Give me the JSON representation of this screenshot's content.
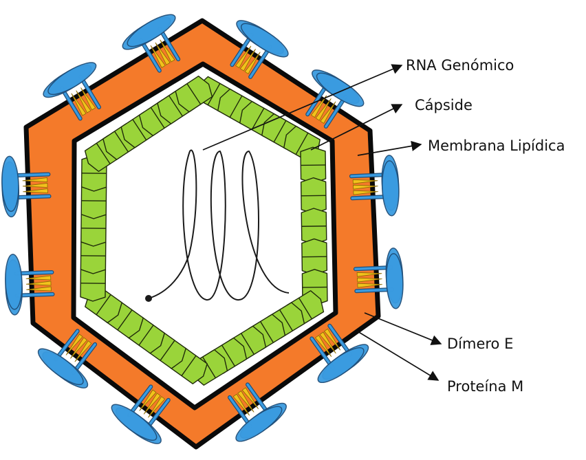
{
  "labels": {
    "rna": "RNA Genómico",
    "capside": "Cápside",
    "membrana": "Membrana Lipídica",
    "dimero": "Dímero E",
    "proteina": "Proteína M"
  },
  "colors": {
    "membrane": "#f47a2a",
    "outline": "#0a0a0a",
    "capsomer": "#9ad43a",
    "glycoprotein": "#3a9be0",
    "protein_m": "#f2c21c",
    "rna": "#1a1a1a"
  }
}
